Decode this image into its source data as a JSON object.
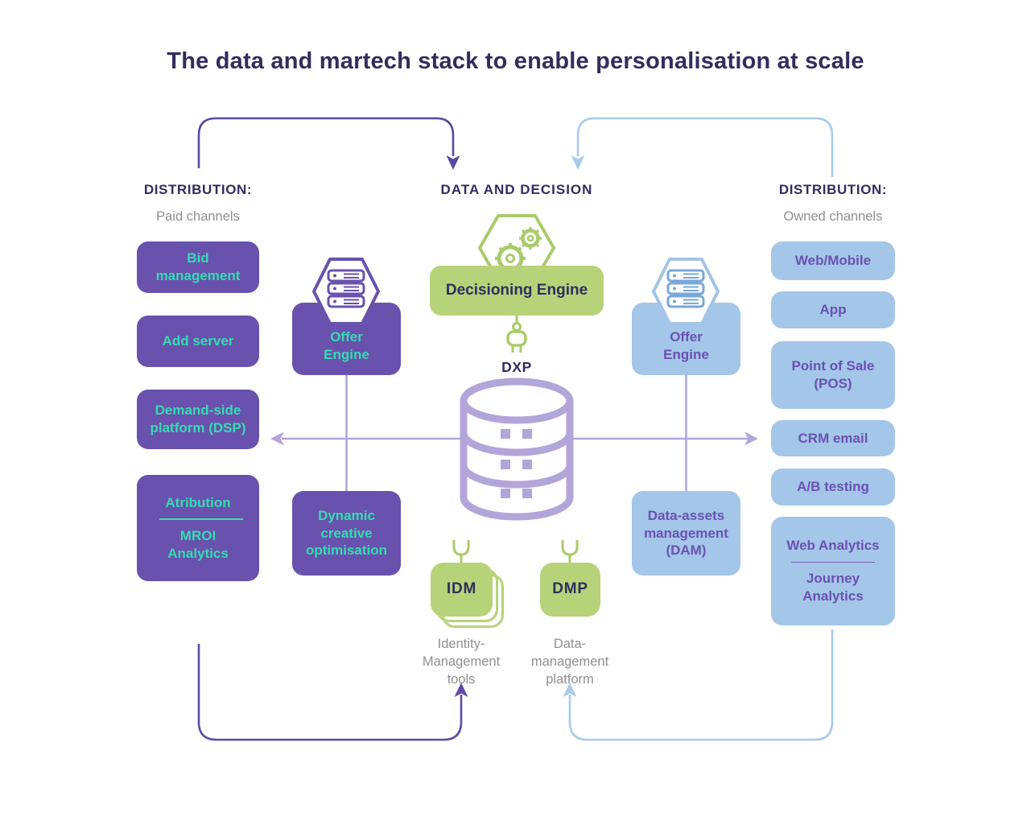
{
  "title": "The data and martech stack to enable personalisation at scale",
  "paid": {
    "heading": "DISTRIBUTION:",
    "subheading": "Paid channels",
    "items": [
      "Bid management",
      "Add server",
      "Demand-side platform (DSP)"
    ],
    "split": {
      "top": "Atribution",
      "bottom": "MROI Analytics"
    }
  },
  "center": {
    "heading": "DATA AND DECISION",
    "decisioning_engine": "Decisioning Engine",
    "dxp": "DXP",
    "idm": {
      "label": "IDM",
      "caption": "Identity-Management tools"
    },
    "dmp": {
      "label": "DMP",
      "caption": "Data-management platform"
    }
  },
  "left_stack": {
    "offer_engine": "Offer Engine",
    "dynamic_creative": "Dynamic creative optimisation"
  },
  "right_stack": {
    "offer_engine": "Offer Engine",
    "dam": "Data-assets management (DAM)"
  },
  "owned": {
    "heading": "DISTRIBUTION:",
    "subheading": "Owned channels",
    "items": [
      "Web/Mobile",
      "App",
      "Point of Sale (POS)",
      "CRM email",
      "A/B testing"
    ],
    "split": {
      "top": "Web Analytics",
      "bottom": "Journey Analytics"
    }
  },
  "icons": {
    "server_hexagon": "server-stack-in-hexagon-icon",
    "gears_hexagon": "gears-in-hexagon-icon",
    "plug": "power-plug-icon",
    "database": "database-cylinder-icon",
    "socket": "socket-cup-icon"
  },
  "colors": {
    "navy": "#312d5e",
    "purple_box": "#6852ad",
    "mint_text": "#36dcb2",
    "blue_box": "#a3c6e9",
    "purple_text": "#6b51b2",
    "green_box": "#b7d37a",
    "green_line": "#a9cb6b",
    "lavender_line": "#b3a5d9",
    "purple_arc": "#5b48a2",
    "blue_arc": "#a8cbec",
    "gray_text": "#8e8f93"
  }
}
